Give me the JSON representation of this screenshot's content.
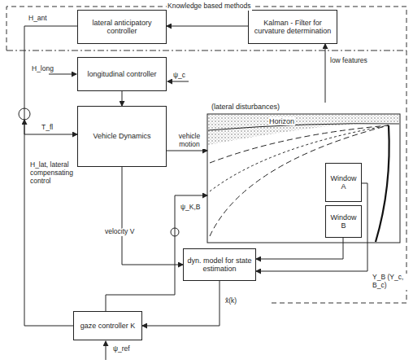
{
  "diagram": {
    "nodes": [
      {
        "text": [
          "lateral anticipatory controller"
        ]
      },
      {
        "text": [
          "Kalman - Filter for curvature determination"
        ]
      },
      {
        "text": [
          "longitudinal controller"
        ]
      },
      {
        "text": [
          "Vehicle Dynamics"
        ]
      },
      {
        "text": [
          "(lateral disturbances)",
          "Horizon"
        ]
      },
      {
        "text": [
          "Window A"
        ],
        "in": 4
      },
      {
        "text": [
          "Window B"
        ],
        "in": 4
      },
      {
        "text": [
          "dyn. model for state estimation"
        ]
      },
      {
        "text": [
          "gaze controller K"
        ]
      }
    ],
    "edges": [
      {
        "from": 1,
        "to": 0,
        "arrow": "to"
      },
      {
        "from": 4,
        "to": 1,
        "label": "low features",
        "arrow": "to"
      },
      {
        "from": 0,
        "to": 3,
        "arrow": "to"
      },
      {
        "from": 2,
        "to": 3,
        "arrow": "to"
      },
      {
        "from": 3,
        "to": 4,
        "label": "vehicle motion",
        "arrow": "to"
      },
      {
        "from": 3,
        "to": 7,
        "label": "velocity V",
        "arrow": "to"
      },
      {
        "from": 5,
        "to": 7,
        "arrow": "to"
      },
      {
        "from": 6,
        "to": 7,
        "arrow": "to"
      },
      {
        "from": 7,
        "to": 8,
        "label": "x̂(k)",
        "arrow": "to"
      },
      {
        "from": 8,
        "to": 4,
        "arrow": "to"
      }
    ],
    "labels": [
      "Knowledge based methods",
      "H_ant",
      "H_long",
      "T_fl",
      "H_lat, lateral compensating control",
      "ψ_c",
      "ψ_K,B",
      "Y_B (Y_c, B_c)",
      "ψ_ref"
    ]
  }
}
